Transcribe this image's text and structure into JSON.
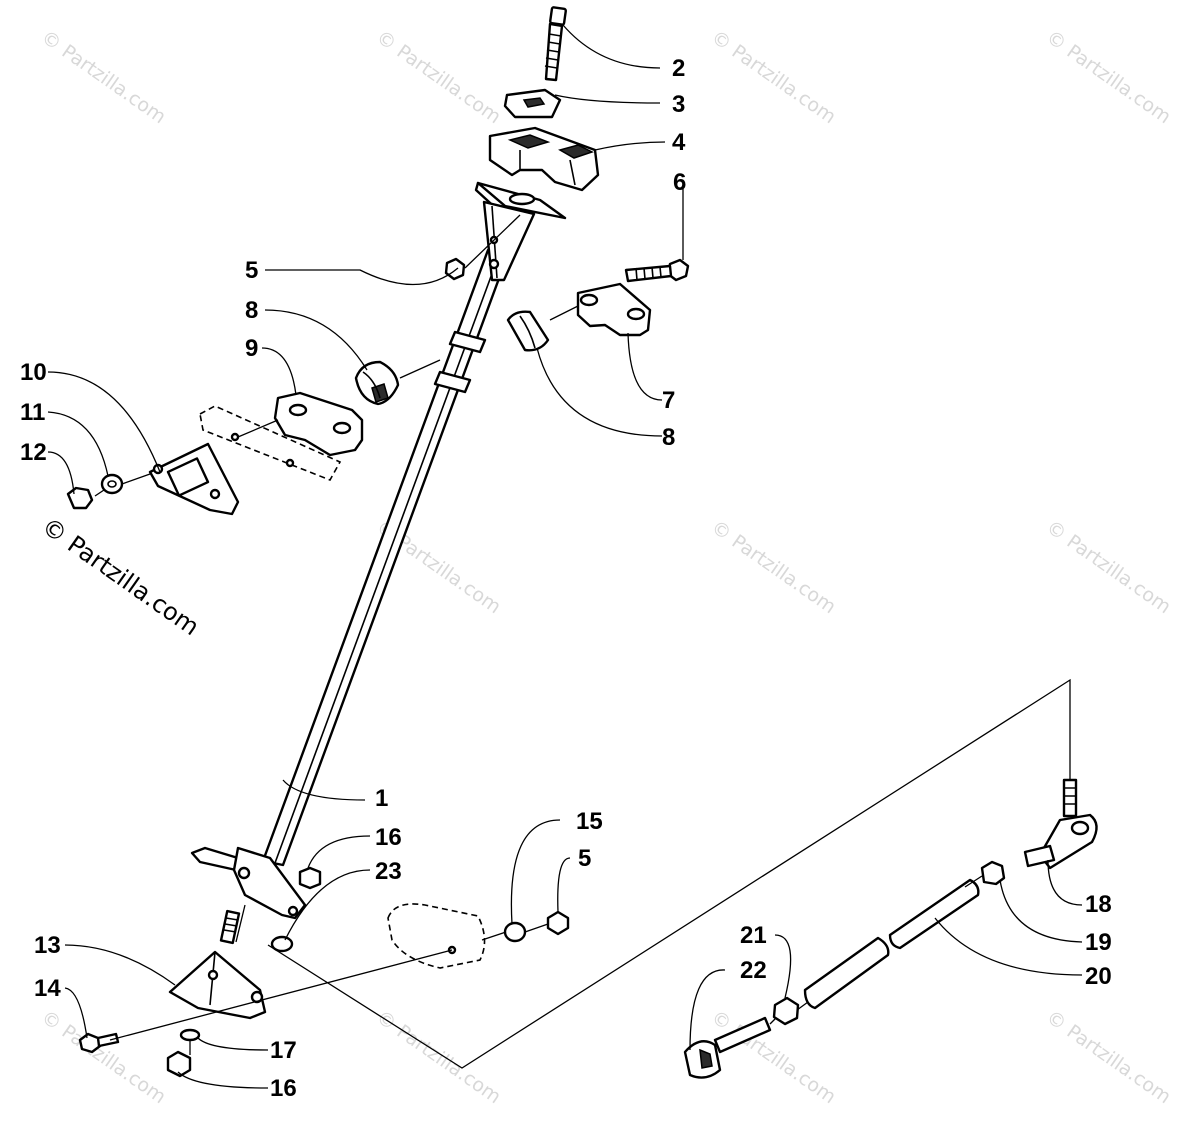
{
  "watermark": "© Partzilla.com",
  "callouts": [
    "1",
    "2",
    "3",
    "4",
    "5",
    "5",
    "6",
    "7",
    "8",
    "8",
    "9",
    "10",
    "11",
    "12",
    "13",
    "14",
    "15",
    "16",
    "16",
    "17",
    "18",
    "19",
    "20",
    "21",
    "22",
    "23"
  ]
}
